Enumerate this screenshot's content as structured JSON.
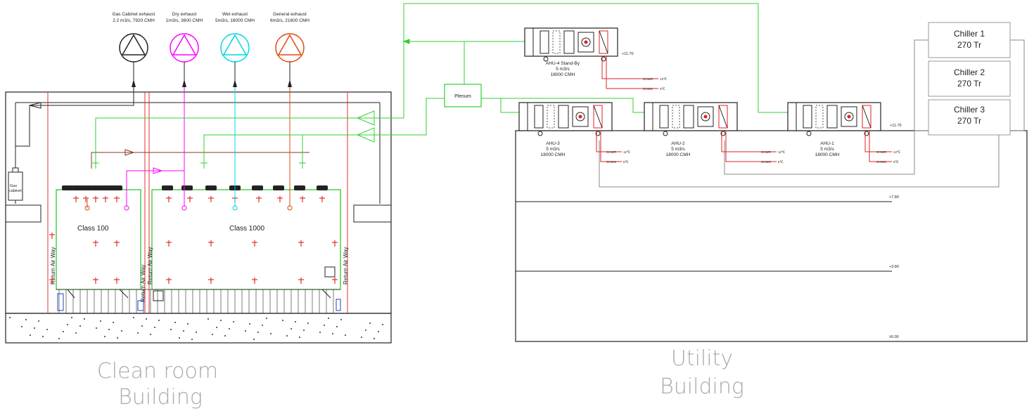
{
  "exhausts": [
    {
      "name": "Gas Cabinet exhaust",
      "spec": "2.2 m3/s, 7920 CMH",
      "color": "#000000"
    },
    {
      "name": "Dry exhaust",
      "spec": "1m3/s, 3600 CMH",
      "color": "#ff00ff"
    },
    {
      "name": "Wet exhaust",
      "spec": "5m3/s, 18000 CMH",
      "color": "#00e0e8"
    },
    {
      "name": "General exhaust",
      "spec": "6m3/s, 21600 CMH",
      "color": "#e84000"
    }
  ],
  "cleanroom": {
    "rooms": [
      "Class 100",
      "Class 1000"
    ],
    "return_label": "Return Air Way",
    "gas_cabinet_label": "Gas cabinet"
  },
  "plenum_label": "Plenum",
  "ahu": [
    {
      "name": "AHU-4 Stand-By",
      "flow": "5 m3/s",
      "cmh": "18000 CMH"
    },
    {
      "name": "AHU-3",
      "flow": "5 m3/s",
      "cmh": "18000 CMH"
    },
    {
      "name": "AHU-2",
      "flow": "5 m3/s",
      "cmh": "18000 CMH"
    },
    {
      "name": "AHU-1",
      "flow": "5 m3/s",
      "cmh": "18000 CMH"
    }
  ],
  "pipe_labels": {
    "chwr": "CHWR",
    "chws": "CHWS",
    "t_return": "12℃",
    "t_supply": "6℃"
  },
  "chillers": [
    {
      "name": "Chiller 1",
      "cap": "270 Tr"
    },
    {
      "name": "Chiller 2",
      "cap": "270 Tr"
    },
    {
      "name": "Chiller 3",
      "cap": "270 Tr"
    }
  ],
  "levels": [
    "+11.70",
    "+11.70",
    "+7.80",
    "+3.80",
    "±0.00"
  ],
  "captions": {
    "cleanroom": [
      "Clean room",
      "Building"
    ],
    "utility": [
      "Utility",
      "Building"
    ]
  }
}
